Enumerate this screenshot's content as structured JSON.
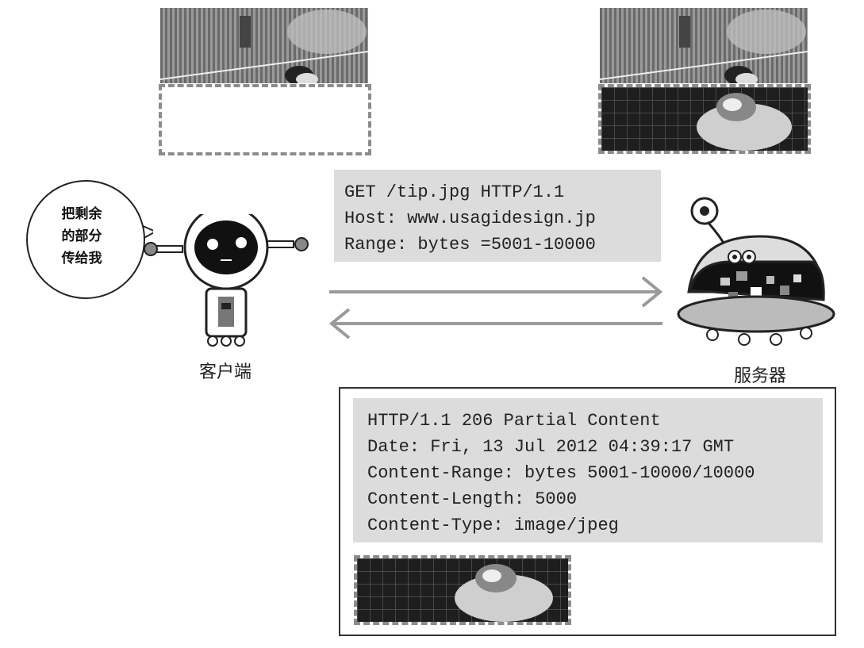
{
  "client": {
    "label": "客户端",
    "speech": [
      "把剩余",
      "的部分",
      "传给我"
    ]
  },
  "server": {
    "label": "服务器"
  },
  "request": {
    "lines": [
      "GET /tip.jpg HTTP/1.1",
      "Host: www.usagidesign.jp",
      "Range: bytes =5001-10000"
    ]
  },
  "response": {
    "lines": [
      "HTTP/1.1 206 Partial Content",
      "Date: Fri, 13 Jul 2012 04:39:17 GMT",
      "Content-Range: bytes 5001-10000/10000",
      "Content-Length: 5000",
      "Content-Type: image/jpeg"
    ]
  },
  "images": {
    "client_image": "partial photo — top half received, bottom half missing (dashed)",
    "server_image": "full photo — bottom half highlighted (dashed)",
    "response_image": "bottom half of photo (dashed)"
  },
  "colors": {
    "code_bg": "#dcdcdc",
    "arrow": "#9a9a9a",
    "dash": "#8c8c8c"
  }
}
